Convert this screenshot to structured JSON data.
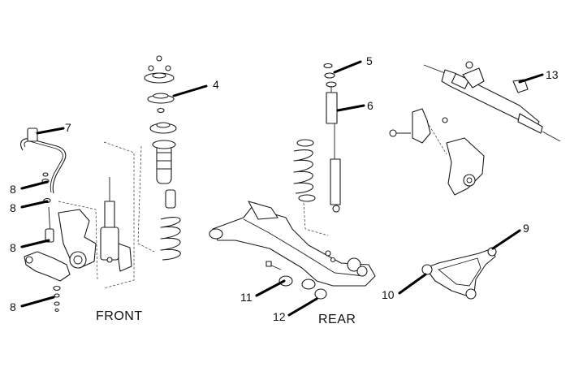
{
  "callouts": {
    "c4": "4",
    "c5": "5",
    "c6": "6",
    "c7": "7",
    "c8": "8",
    "c9": "9",
    "c10": "10",
    "c11": "11",
    "c12": "12",
    "c13": "13"
  },
  "sections": {
    "front": "FRONT",
    "rear": "REAR"
  }
}
